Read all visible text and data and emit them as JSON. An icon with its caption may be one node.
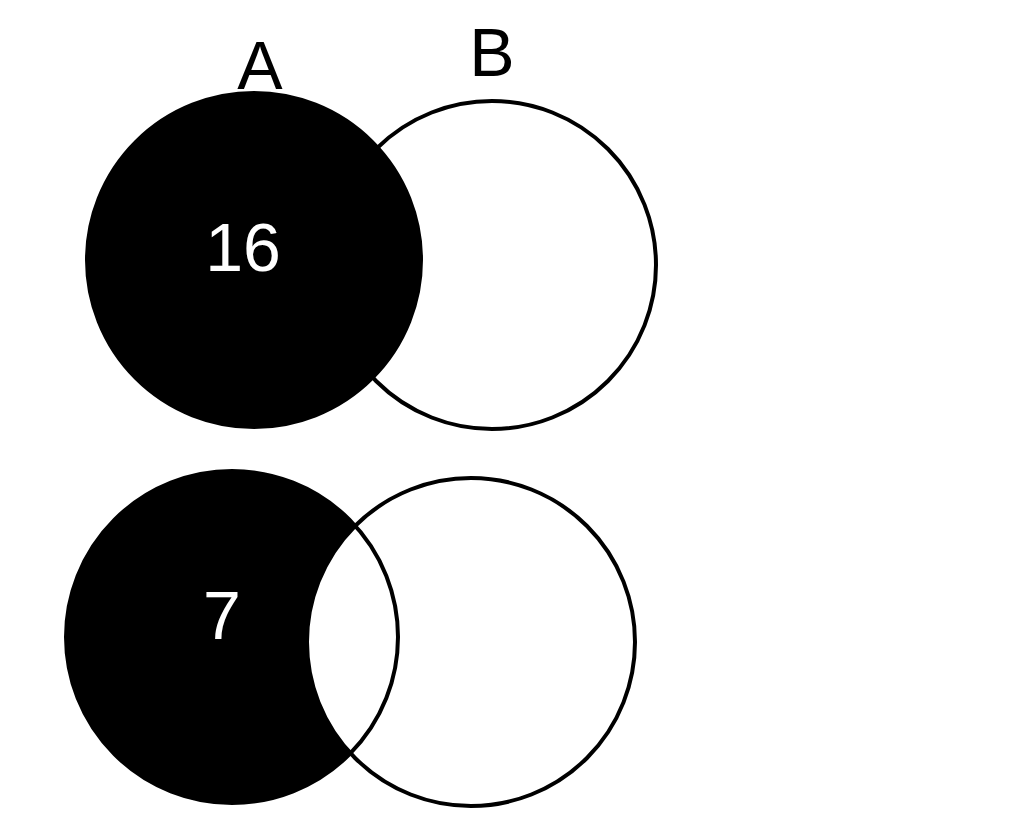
{
  "diagram": {
    "nodes": [
      {
        "text": [
          "A",
          "16"
        ]
      },
      {
        "text": [
          "B"
        ]
      },
      {
        "text": [
          "7"
        ]
      },
      {
        "text": [],
        "shape": "circle"
      }
    ]
  }
}
